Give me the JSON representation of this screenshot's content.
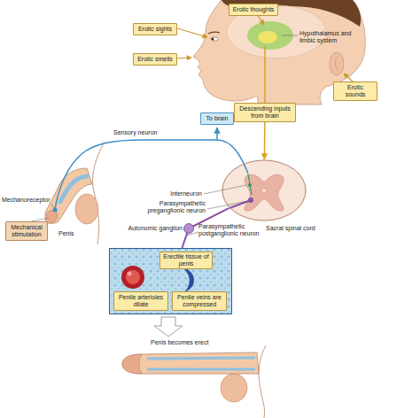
{
  "diagram": {
    "nodes": [
      {
        "text": [
          "Erotic thoughts"
        ]
      },
      {
        "text": [
          "Erotic sights"
        ]
      },
      {
        "text": [
          "Erotic smells"
        ]
      },
      {
        "text": [
          "Erotic sounds"
        ]
      },
      {
        "text": [
          "Descending inputs from brain"
        ]
      },
      {
        "text": [
          "To brain"
        ]
      },
      {
        "text": [
          "Sacral spinal cord"
        ]
      },
      {
        "text": [
          "Mechanical stimulation"
        ]
      },
      {
        "text": [
          "Erectile tissue of penis"
        ]
      },
      {
        "text": [
          "Penile arterioles dilate"
        ],
        "in": 8
      },
      {
        "text": [
          "Penile veins are compressed"
        ],
        "in": 8
      }
    ],
    "edges": [
      {
        "from": 4,
        "to": 6,
        "arrow": "to"
      },
      {
        "from": 6,
        "to": 8,
        "arrow": "none"
      }
    ],
    "labels": [
      "Hypothalamus and limbic system",
      "Sensory neuron",
      "Interneuron",
      "Parasympathetic preganglionic neuron",
      "Mechanoreceptor",
      "Penis",
      "Autonomic ganglion",
      "Parasympathetic postganglionic neuron",
      "Penis becomes erect"
    ]
  }
}
